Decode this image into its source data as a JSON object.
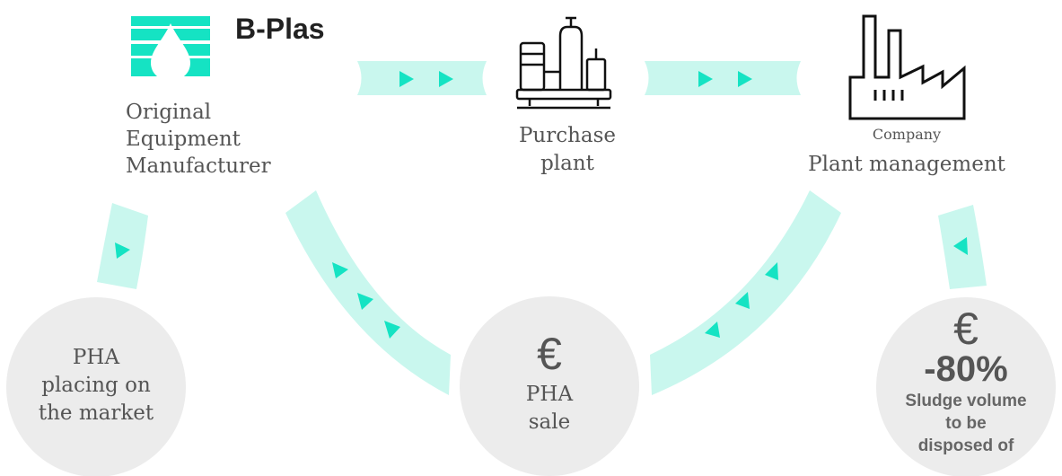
{
  "brand": {
    "name": "B-Plas"
  },
  "nodes": {
    "oem": {
      "line1": "Original",
      "line2": "Equipment",
      "line3": "Manufacturer"
    },
    "purchase": {
      "line1": "Purchase",
      "line2": "plant"
    },
    "company": {
      "small": "Company",
      "label": "Plant management"
    }
  },
  "circles": {
    "market": {
      "line1": "PHA",
      "line2": "placing on",
      "line3": "the market"
    },
    "sale": {
      "symbol": "€",
      "line1": "PHA",
      "line2": "sale"
    },
    "sludge": {
      "symbol": "€",
      "percent": "-80%",
      "line1": "Sludge volume",
      "line2": "to be",
      "line3": "disposed of"
    }
  },
  "colors": {
    "accent": "#15e3c3",
    "arrow_band": "#c9f7ee",
    "circle": "#ececec",
    "text": "#555555",
    "icon_stroke": "#111111"
  },
  "icons": [
    "b-plas-logo-icon",
    "refinery-plant-icon",
    "factory-icon",
    "arrow-band",
    "euro-symbol"
  ]
}
